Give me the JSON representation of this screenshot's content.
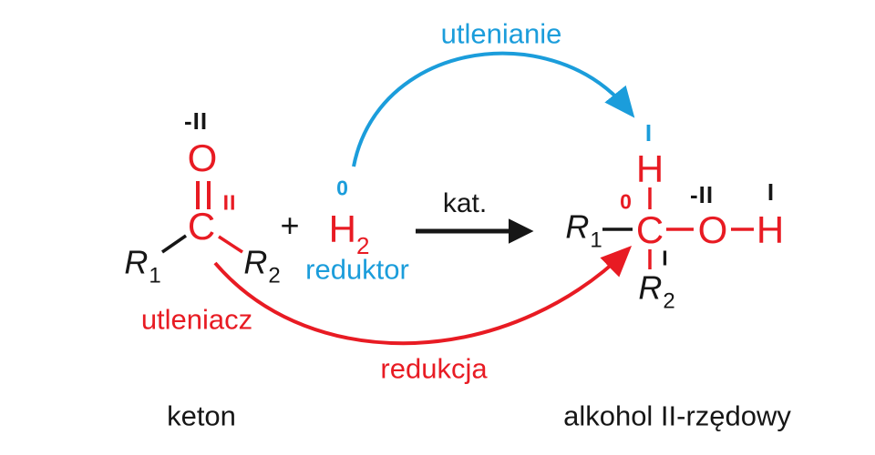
{
  "colors": {
    "red": "#e81b23",
    "blue": "#1b9ddb",
    "black": "#161616"
  },
  "arrows": {
    "oxidation_label": "utlenianie",
    "reduction_label": "redukcja",
    "catalyst_label": "kat."
  },
  "ketone": {
    "o_oxidation_state": "-II",
    "o_atom": "O",
    "c_oxidation_state": "II",
    "c_atom": "C",
    "r1_base": "R",
    "r1_sub": "1",
    "r2_base": "R",
    "r2_sub": "2",
    "role_label": "utleniacz",
    "name": "keton"
  },
  "plus_sign": "+",
  "hydrogen": {
    "oxidation_state": "0",
    "symbol": "H",
    "subscript": "2",
    "role_label": "reduktor"
  },
  "alcohol": {
    "h_top_oxidation_state": "I",
    "h_top_atom": "H",
    "c_oxidation_state": "0",
    "c_atom": "C",
    "r1_base": "R",
    "r1_sub": "1",
    "o_oxidation_state": "-II",
    "o_atom": "O",
    "h_right_oxidation_state": "I",
    "h_right_atom": "H",
    "c_r2_bond_state": "I",
    "r2_base": "R",
    "r2_sub": "2",
    "name": "alkohol II-rzędowy"
  }
}
